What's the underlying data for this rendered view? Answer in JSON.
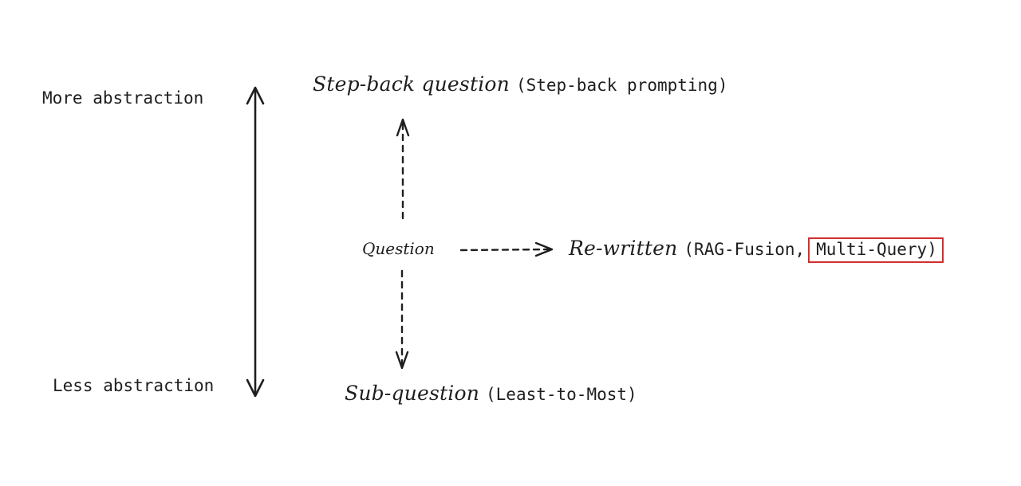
{
  "axis": {
    "top_label": "More abstraction",
    "bottom_label": "Less abstraction"
  },
  "nodes": {
    "step_back": {
      "title": "Step-back question",
      "method": "(Step-back prompting)"
    },
    "question": {
      "title": "Question"
    },
    "rewritten": {
      "title": "Re-written",
      "method_prefix": "(RAG-Fusion,",
      "method_highlight": "Multi-Query)"
    },
    "sub_question": {
      "title": "Sub-question",
      "method": "(Least-to-Most)"
    }
  },
  "colors": {
    "ink": "#1e1e1e",
    "highlight_border": "#d32f2f",
    "background": "#ffffff"
  }
}
